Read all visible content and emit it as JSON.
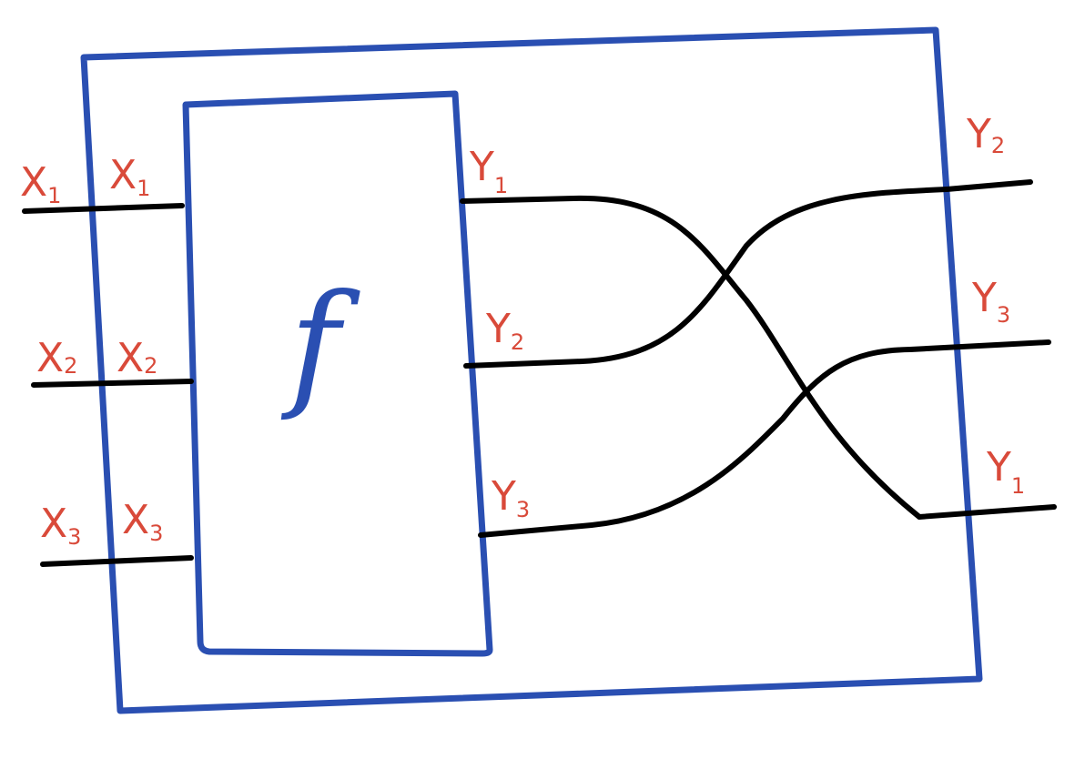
{
  "colors": {
    "box": "#2a4fb2",
    "wire": "#000000",
    "label": "#d94a3a"
  },
  "function_label": "f",
  "labels": [
    {
      "id": "x1-outer",
      "main": "X",
      "sub": "1"
    },
    {
      "id": "x1-inner",
      "main": "X",
      "sub": "1"
    },
    {
      "id": "x2-outer",
      "main": "X",
      "sub": "2"
    },
    {
      "id": "x2-inner",
      "main": "X",
      "sub": "2"
    },
    {
      "id": "x3-outer",
      "main": "X",
      "sub": "3"
    },
    {
      "id": "x3-inner",
      "main": "X",
      "sub": "3"
    },
    {
      "id": "y1-inner",
      "main": "Y",
      "sub": "1"
    },
    {
      "id": "y2-inner",
      "main": "Y",
      "sub": "2"
    },
    {
      "id": "y3-inner",
      "main": "Y",
      "sub": "3"
    },
    {
      "id": "y2-outer",
      "main": "Y",
      "sub": "2"
    },
    {
      "id": "y3-outer",
      "main": "Y",
      "sub": "3"
    },
    {
      "id": "y1-outer",
      "main": "Y",
      "sub": "1"
    }
  ]
}
